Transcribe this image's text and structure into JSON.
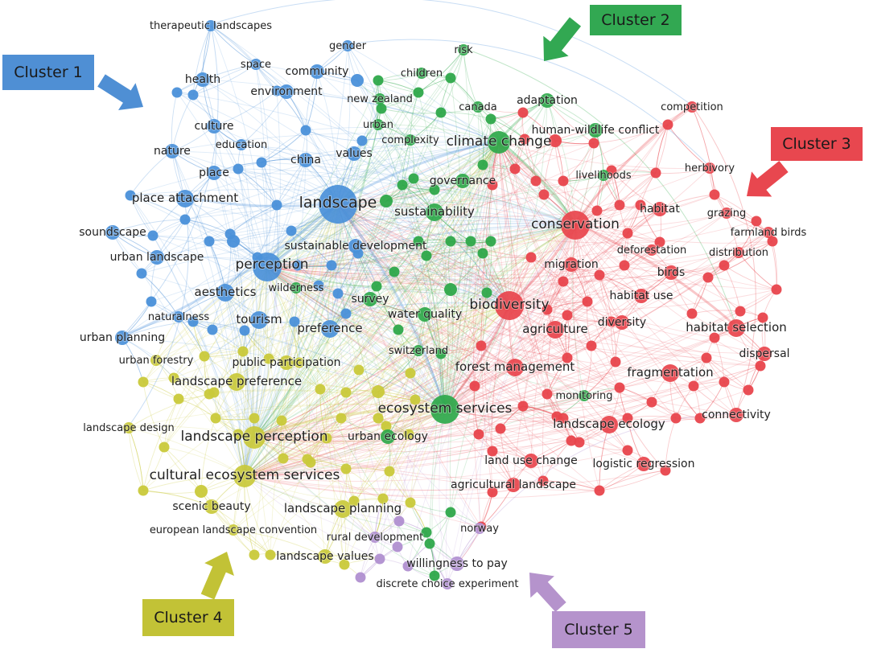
{
  "callouts": {
    "cluster1": "Cluster 1",
    "cluster2": "Cluster 2",
    "cluster3": "Cluster 3",
    "cluster4": "Cluster 4",
    "cluster5": "Cluster 5"
  },
  "cluster_colors": {
    "1": "#4a90d9",
    "2": "#2ea84a",
    "3": "#e8444c",
    "4": "#c9c93a",
    "5": "#b08fd0"
  },
  "nodes": [
    {
      "id": "therapeutic landscapes",
      "c": 1,
      "w": 1
    },
    {
      "id": "gender",
      "c": 1,
      "w": 1
    },
    {
      "id": "space",
      "c": 1,
      "w": 1
    },
    {
      "id": "health",
      "c": 1,
      "w": 2
    },
    {
      "id": "community",
      "c": 1,
      "w": 2
    },
    {
      "id": "environment",
      "c": 1,
      "w": 2
    },
    {
      "id": "culture",
      "c": 1,
      "w": 2
    },
    {
      "id": "education",
      "c": 1,
      "w": 1
    },
    {
      "id": "nature",
      "c": 1,
      "w": 2
    },
    {
      "id": "china",
      "c": 1,
      "w": 2
    },
    {
      "id": "values",
      "c": 1,
      "w": 2
    },
    {
      "id": "place",
      "c": 1,
      "w": 2
    },
    {
      "id": "place attachment",
      "c": 1,
      "w": 3
    },
    {
      "id": "landscape",
      "c": 1,
      "w": 6
    },
    {
      "id": "soundscape",
      "c": 1,
      "w": 2
    },
    {
      "id": "urban landscape",
      "c": 1,
      "w": 2
    },
    {
      "id": "perception",
      "c": 1,
      "w": 5
    },
    {
      "id": "aesthetics",
      "c": 1,
      "w": 3
    },
    {
      "id": "naturalness",
      "c": 1,
      "w": 1
    },
    {
      "id": "tourism",
      "c": 1,
      "w": 3
    },
    {
      "id": "preference",
      "c": 1,
      "w": 3
    },
    {
      "id": "urban planning",
      "c": 1,
      "w": 2
    },
    {
      "id": "sustainable development",
      "c": 1,
      "w": 2
    },
    {
      "id": "risk",
      "c": 2,
      "w": 1
    },
    {
      "id": "children",
      "c": 2,
      "w": 1
    },
    {
      "id": "new zealand",
      "c": 2,
      "w": 1
    },
    {
      "id": "canada",
      "c": 2,
      "w": 1
    },
    {
      "id": "adaptation",
      "c": 2,
      "w": 2
    },
    {
      "id": "urban",
      "c": 2,
      "w": 1
    },
    {
      "id": "complexity",
      "c": 2,
      "w": 1
    },
    {
      "id": "climate change",
      "c": 2,
      "w": 4
    },
    {
      "id": "human-wildlife conflict",
      "c": 2,
      "w": 2
    },
    {
      "id": "governance",
      "c": 2,
      "w": 2
    },
    {
      "id": "livelihoods",
      "c": 2,
      "w": 1
    },
    {
      "id": "sustainability",
      "c": 2,
      "w": 3
    },
    {
      "id": "wilderness",
      "c": 2,
      "w": 1
    },
    {
      "id": "survey",
      "c": 2,
      "w": 2
    },
    {
      "id": "water quality",
      "c": 2,
      "w": 2
    },
    {
      "id": "switzerland",
      "c": 2,
      "w": 1
    },
    {
      "id": "ecosystem services",
      "c": 2,
      "w": 5
    },
    {
      "id": "urban ecology",
      "c": 2,
      "w": 2
    },
    {
      "id": "monitoring",
      "c": 2,
      "w": 1
    },
    {
      "id": "competition",
      "c": 3,
      "w": 1
    },
    {
      "id": "herbivory",
      "c": 3,
      "w": 1
    },
    {
      "id": "habitat",
      "c": 3,
      "w": 2
    },
    {
      "id": "grazing",
      "c": 3,
      "w": 1
    },
    {
      "id": "farmland birds",
      "c": 3,
      "w": 1
    },
    {
      "id": "conservation",
      "c": 3,
      "w": 5
    },
    {
      "id": "deforestation",
      "c": 3,
      "w": 1
    },
    {
      "id": "distribution",
      "c": 3,
      "w": 1
    },
    {
      "id": "migration",
      "c": 3,
      "w": 2
    },
    {
      "id": "birds",
      "c": 3,
      "w": 2
    },
    {
      "id": "habitat use",
      "c": 3,
      "w": 2
    },
    {
      "id": "biodiversity",
      "c": 3,
      "w": 5
    },
    {
      "id": "agriculture",
      "c": 3,
      "w": 3
    },
    {
      "id": "diversity",
      "c": 3,
      "w": 2
    },
    {
      "id": "habitat selection",
      "c": 3,
      "w": 3
    },
    {
      "id": "dispersal",
      "c": 3,
      "w": 2
    },
    {
      "id": "forest management",
      "c": 3,
      "w": 3
    },
    {
      "id": "fragmentation",
      "c": 3,
      "w": 3
    },
    {
      "id": "connectivity",
      "c": 3,
      "w": 2
    },
    {
      "id": "landscape ecology",
      "c": 3,
      "w": 3
    },
    {
      "id": "land use change",
      "c": 3,
      "w": 2
    },
    {
      "id": "logistic regression",
      "c": 3,
      "w": 2
    },
    {
      "id": "agricultural landscape",
      "c": 3,
      "w": 2
    },
    {
      "id": "urban forestry",
      "c": 4,
      "w": 1
    },
    {
      "id": "public participation",
      "c": 4,
      "w": 2
    },
    {
      "id": "landscape preference",
      "c": 4,
      "w": 3
    },
    {
      "id": "landscape design",
      "c": 4,
      "w": 1
    },
    {
      "id": "landscape perception",
      "c": 4,
      "w": 4
    },
    {
      "id": "cultural ecosystem services",
      "c": 4,
      "w": 4
    },
    {
      "id": "scenic beauty",
      "c": 4,
      "w": 2
    },
    {
      "id": "landscape planning",
      "c": 4,
      "w": 3
    },
    {
      "id": "european landscape convention",
      "c": 4,
      "w": 1
    },
    {
      "id": "landscape values",
      "c": 4,
      "w": 2
    },
    {
      "id": "rural development",
      "c": 5,
      "w": 1
    },
    {
      "id": "norway",
      "c": 5,
      "w": 1
    },
    {
      "id": "willingness to pay",
      "c": 5,
      "w": 2
    },
    {
      "id": "discrete choice experiment",
      "c": 5,
      "w": 1
    }
  ]
}
